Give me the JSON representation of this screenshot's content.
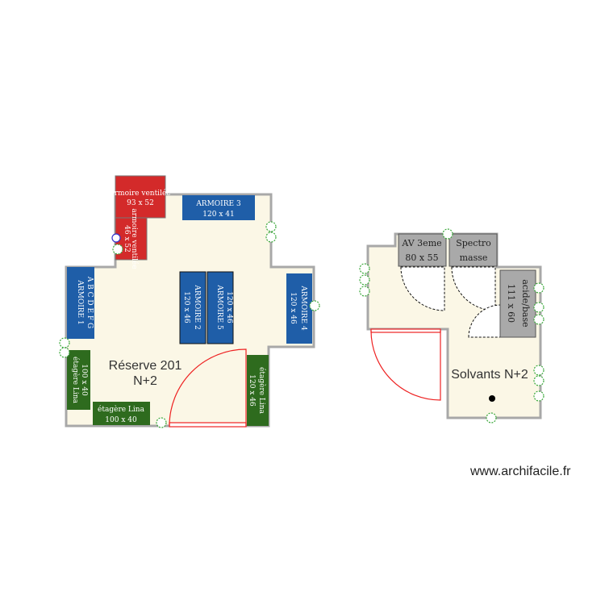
{
  "rooms": [
    {
      "name": "Réserve 201",
      "level": "N+2"
    },
    {
      "name": "Solvants N+2"
    }
  ],
  "furniture": {
    "red1": {
      "label": "armoire ventilée",
      "size": "93 x 52"
    },
    "red2": {
      "label": "armoire ventilée",
      "size": "46 x 52"
    },
    "armoire3": {
      "label": "ARMOIRE 3",
      "size": "120 x 41"
    },
    "armoire1": {
      "label": "ARMOIRE 1",
      "size": "A B C D E F G"
    },
    "armoire2": {
      "label": "ARMOIRE 2",
      "size": "120 x 46"
    },
    "armoire5": {
      "label": "ARMOIRE 5",
      "size": "120 x 46"
    },
    "armoire4": {
      "label": "ARMOIRE 4",
      "size": "120 x 46"
    },
    "etagere_left": {
      "label": "étagère Lina",
      "size": "100 x 40"
    },
    "etagere_bottom": {
      "label": "étagère Lina",
      "size": "100 x 40"
    },
    "etagere_right": {
      "label": "étagère Lina",
      "size": "120 x 46"
    },
    "av": {
      "label": "AV 3eme",
      "size": "80 x 55"
    },
    "spectro": {
      "label": "Spectro",
      "size": "masse"
    },
    "acide": {
      "label": "acide/base",
      "size": "111 x 60"
    }
  },
  "colors": {
    "wall": "#a8a8a8",
    "floor": "#fbf7e6",
    "blue": "#1f5ea8",
    "red": "#d32a2a",
    "green": "#2e6b1e",
    "gray": "#a9a9a9",
    "outlet": "#3aa83a"
  },
  "watermark": "www.archifacile.fr"
}
